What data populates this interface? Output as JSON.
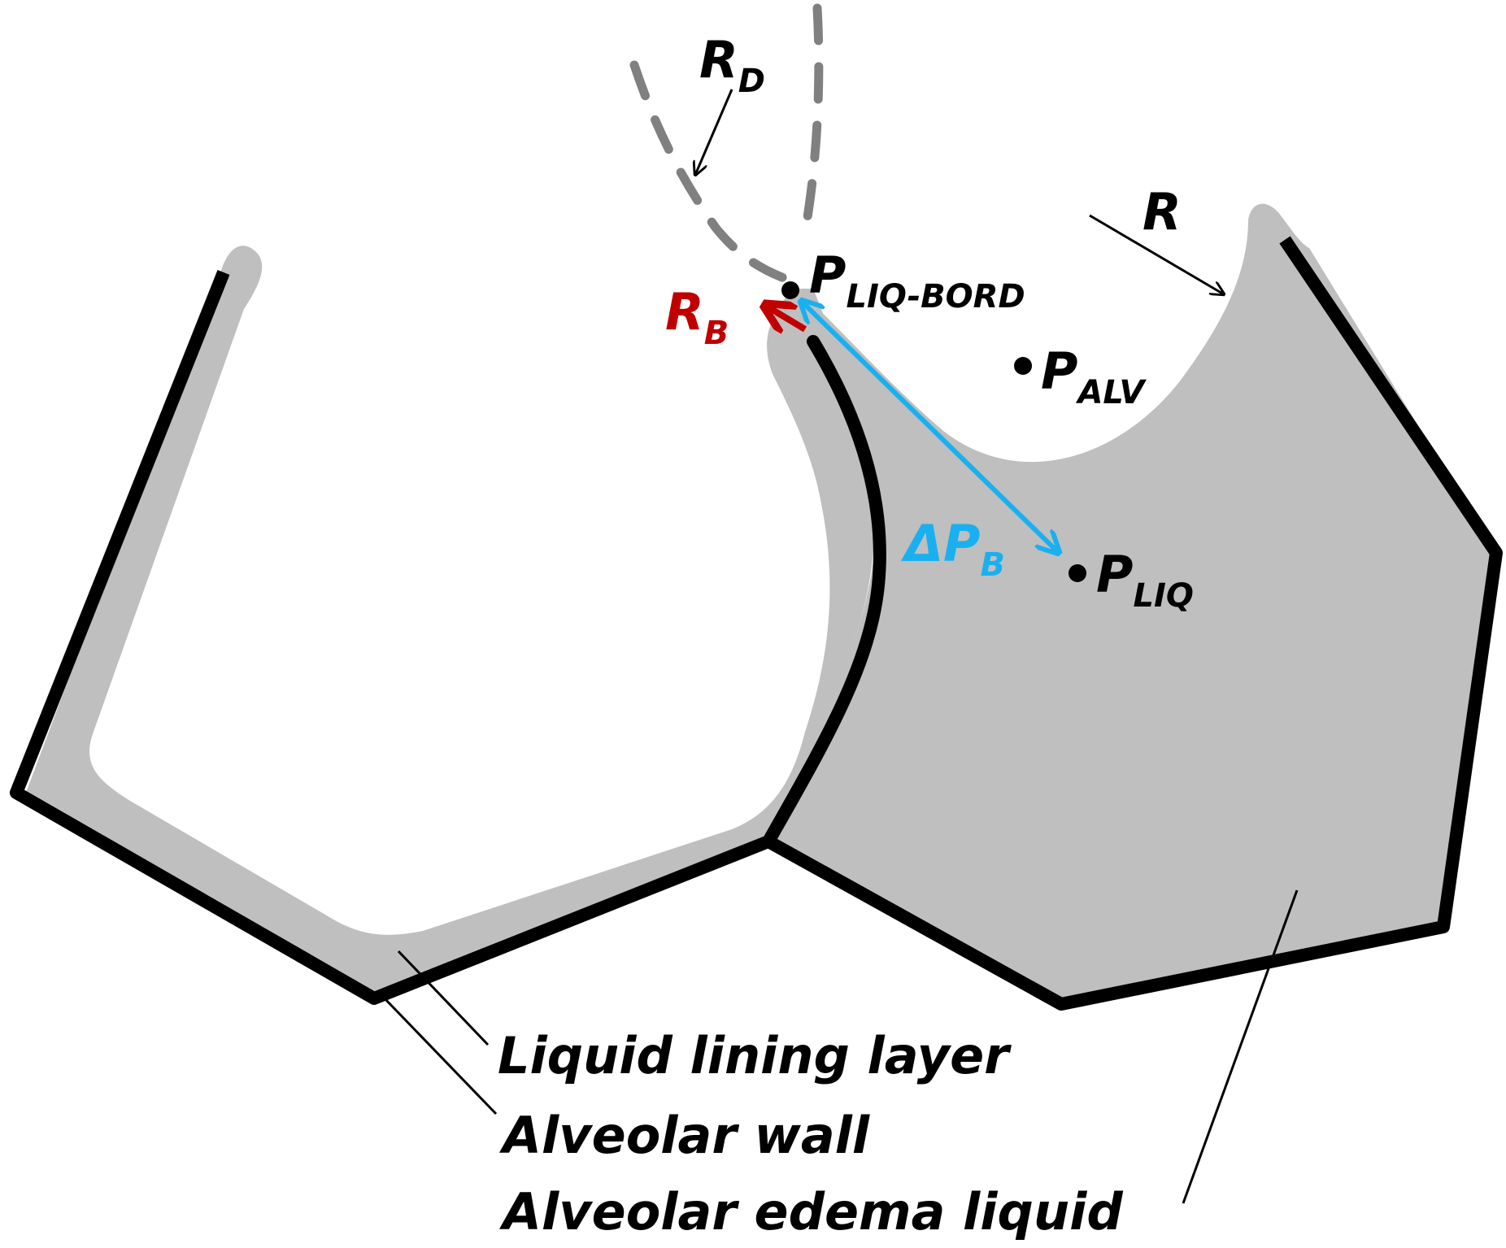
{
  "labels": {
    "r_d": {
      "main": "R",
      "sub": "D"
    },
    "r": {
      "main": "R"
    },
    "p_liq_bord": {
      "main": "P",
      "sub": "LIQ-BORD"
    },
    "r_b": {
      "main": "R",
      "sub": "B"
    },
    "p_alv": {
      "main": "P",
      "sub": "ALV"
    },
    "delta_p_b": {
      "main": "ΔP",
      "sub": "B"
    },
    "p_liq": {
      "main": "P",
      "sub": "LIQ"
    }
  },
  "legend": {
    "liquid_lining_layer": "Liquid lining layer",
    "alveolar_wall": "Alveolar wall",
    "alveolar_edema_liquid": "Alveolar edema liquid"
  },
  "colors": {
    "wall": "#000000",
    "liquid": "#bfbfbf",
    "dashed_curve": "#808080",
    "r_b_arrow": "#c00000",
    "delta_p_b_arrow": "#1ab0f0"
  }
}
